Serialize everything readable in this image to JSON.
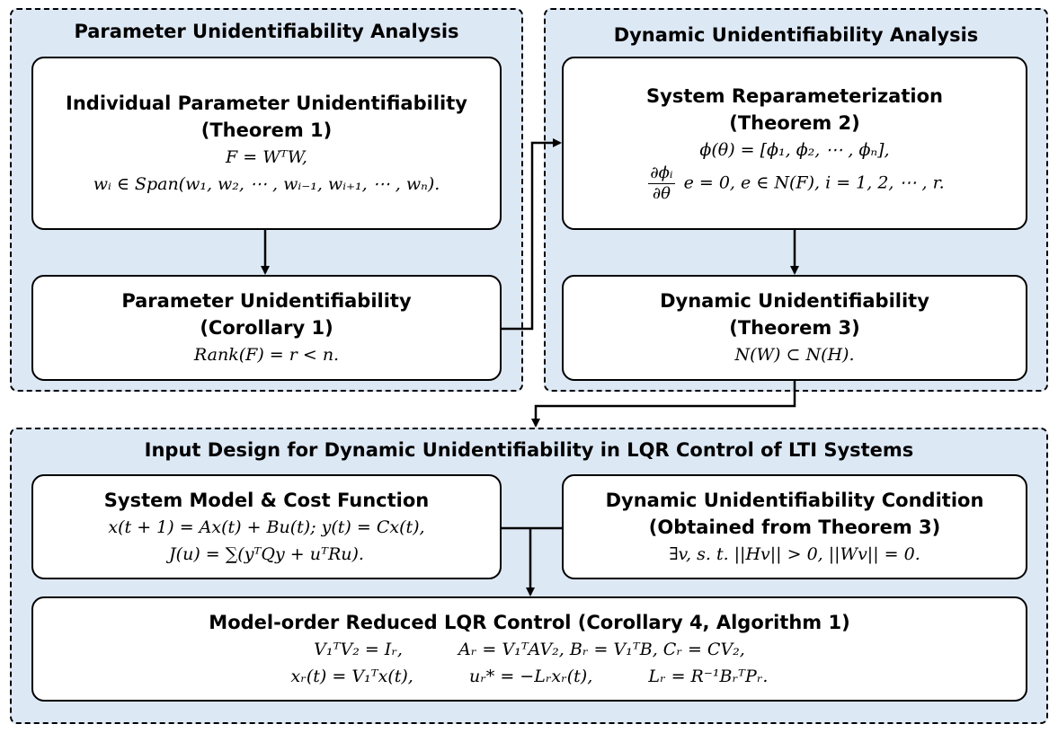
{
  "groups": {
    "param": {
      "title": "Parameter Unidentifiability Analysis",
      "box1": {
        "title1": "Individual Parameter Unidentifiability",
        "title2": "(Theorem 1)",
        "eq1": "F = WᵀW,",
        "eq2": "wᵢ ∈ Span(w₁, w₂, ⋯ , wᵢ₋₁, wᵢ₊₁, ⋯ , wₙ)."
      },
      "box2": {
        "title1": "Parameter Unidentifiability",
        "title2": "(Corollary 1)",
        "eq1": "Rank(F) = r < n."
      }
    },
    "dyn": {
      "title": "Dynamic Unidentifiability Analysis",
      "box1": {
        "title1": "System Reparameterization",
        "title2": "(Theorem 2)",
        "eq1": "ϕ(θ) = [ϕ₁, ϕ₂, ⋯ , ϕₙ],",
        "frac_num": "∂ϕᵢ",
        "frac_den": "∂θ",
        "eq2": "e = 0, e ∈ N(F), i = 1, 2, ⋯ , r."
      },
      "box2": {
        "title1": "Dynamic Unidentifiability",
        "title2": "(Theorem 3)",
        "eq1": "N(W) ⊂ N(H)."
      }
    },
    "input": {
      "title": "Input Design for Dynamic Unidentifiability in LQR Control of LTI Systems",
      "box1": {
        "title1": "System Model & Cost Function",
        "eq1": "x(t + 1) = Ax(t) + Bu(t);  y(t) = Cx(t),",
        "eq2": "J(u) = ∑(yᵀQy + uᵀRu)."
      },
      "box2": {
        "title1": "Dynamic Unidentifiability Condition",
        "title2": "(Obtained from Theorem 3)",
        "eq1": "∃v, s. t. ||Hv|| > 0, ||Wv|| = 0."
      },
      "box3": {
        "title1": "Model-order Reduced LQR Control (Corollary 4, Algorithm 1)",
        "eq1a": "V₁ᵀV₂ = Iᵣ,",
        "eq1b": "Aᵣ = V₁ᵀAV₂, Bᵣ = V₁ᵀB, Cᵣ = CV₂,",
        "eq2a": "xᵣ(t) = V₁ᵀx(t),",
        "eq2b": "uᵣ* = −Lᵣxᵣ(t),",
        "eq2c": "Lᵣ = R⁻¹BᵣᵀPᵣ."
      }
    }
  }
}
